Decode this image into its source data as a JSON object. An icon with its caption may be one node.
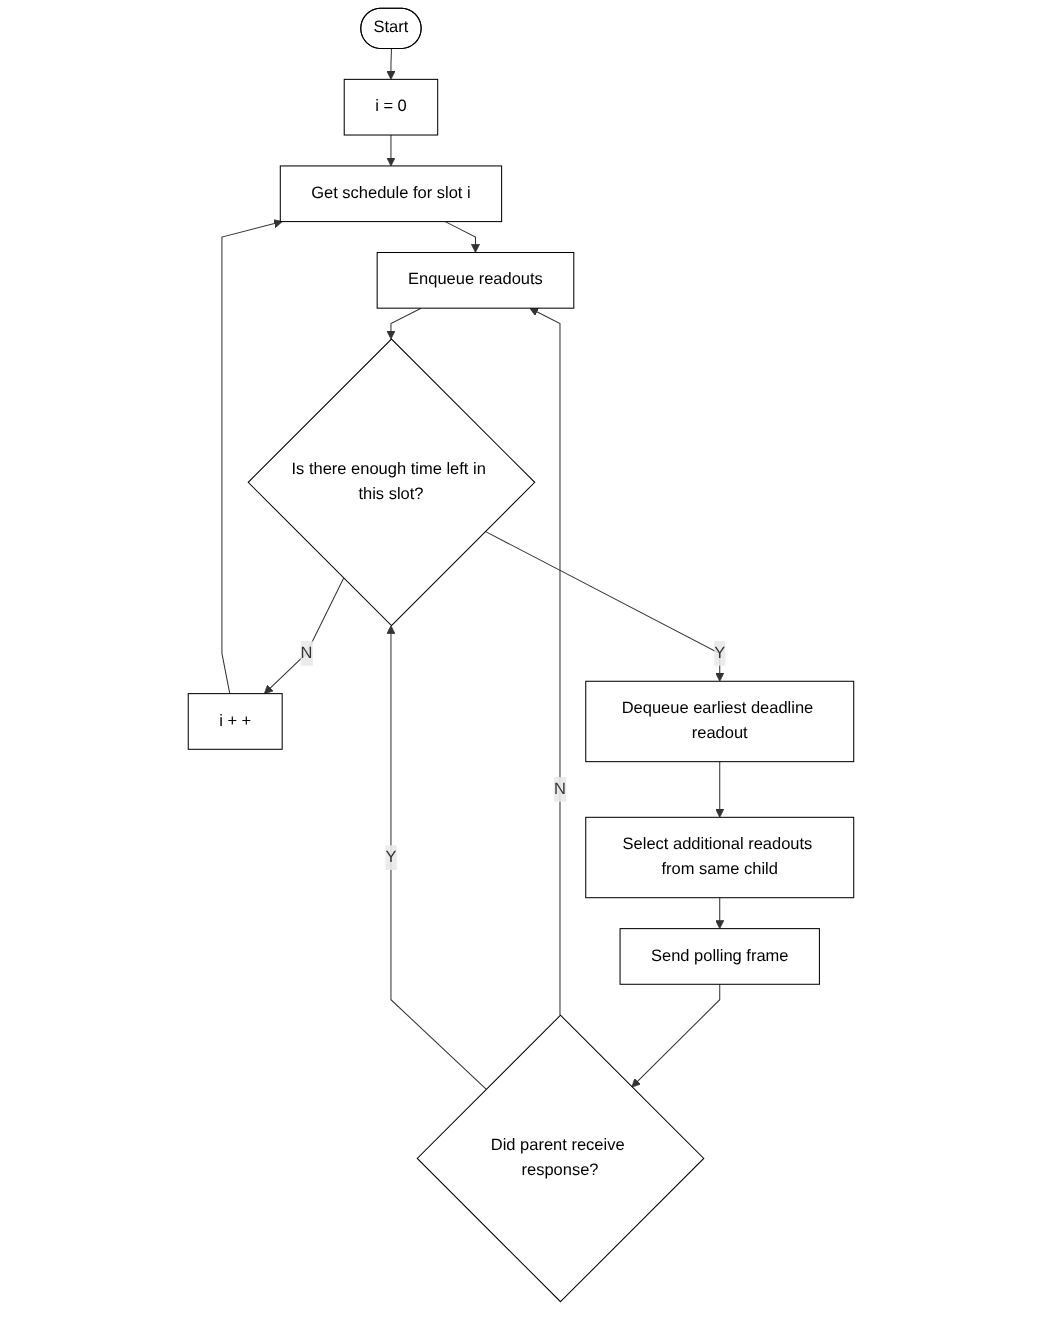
{
  "diagram": {
    "nodes": [
      {
        "text": [
          "Start"
        ]
      },
      {
        "text": [
          "i = 0"
        ]
      },
      {
        "text": [
          "Get schedule for slot i"
        ]
      },
      {
        "text": [
          "Enqueue readouts"
        ]
      },
      {
        "text": [
          "Is there enough time left in this slot?"
        ]
      },
      {
        "text": [
          "i + +"
        ]
      },
      {
        "text": [
          "Dequeue earliest deadline readout"
        ]
      },
      {
        "text": [
          "Select additional readouts from same child"
        ]
      },
      {
        "text": [
          "Send polling frame"
        ]
      },
      {
        "text": [
          "Did parent receive response?"
        ]
      }
    ],
    "edges": [
      {
        "from": 0,
        "to": 1,
        "arrow": "to"
      },
      {
        "from": 1,
        "to": 2,
        "arrow": "to"
      },
      {
        "from": 2,
        "to": 3,
        "arrow": "to"
      },
      {
        "from": 3,
        "to": 4,
        "arrow": "to"
      },
      {
        "from": 4,
        "to": 5,
        "label": "N",
        "arrow": "to"
      },
      {
        "from": 5,
        "to": 2,
        "arrow": "to"
      },
      {
        "from": 4,
        "to": 6,
        "label": "Y",
        "arrow": "to"
      },
      {
        "from": 6,
        "to": 7,
        "arrow": "to"
      },
      {
        "from": 7,
        "to": 8,
        "arrow": "to"
      },
      {
        "from": 8,
        "to": 9,
        "arrow": "to"
      },
      {
        "from": 9,
        "to": 3,
        "label": "N",
        "arrow": "to"
      },
      {
        "from": 9,
        "to": 4,
        "label": "Y",
        "arrow": "to"
      }
    ]
  }
}
